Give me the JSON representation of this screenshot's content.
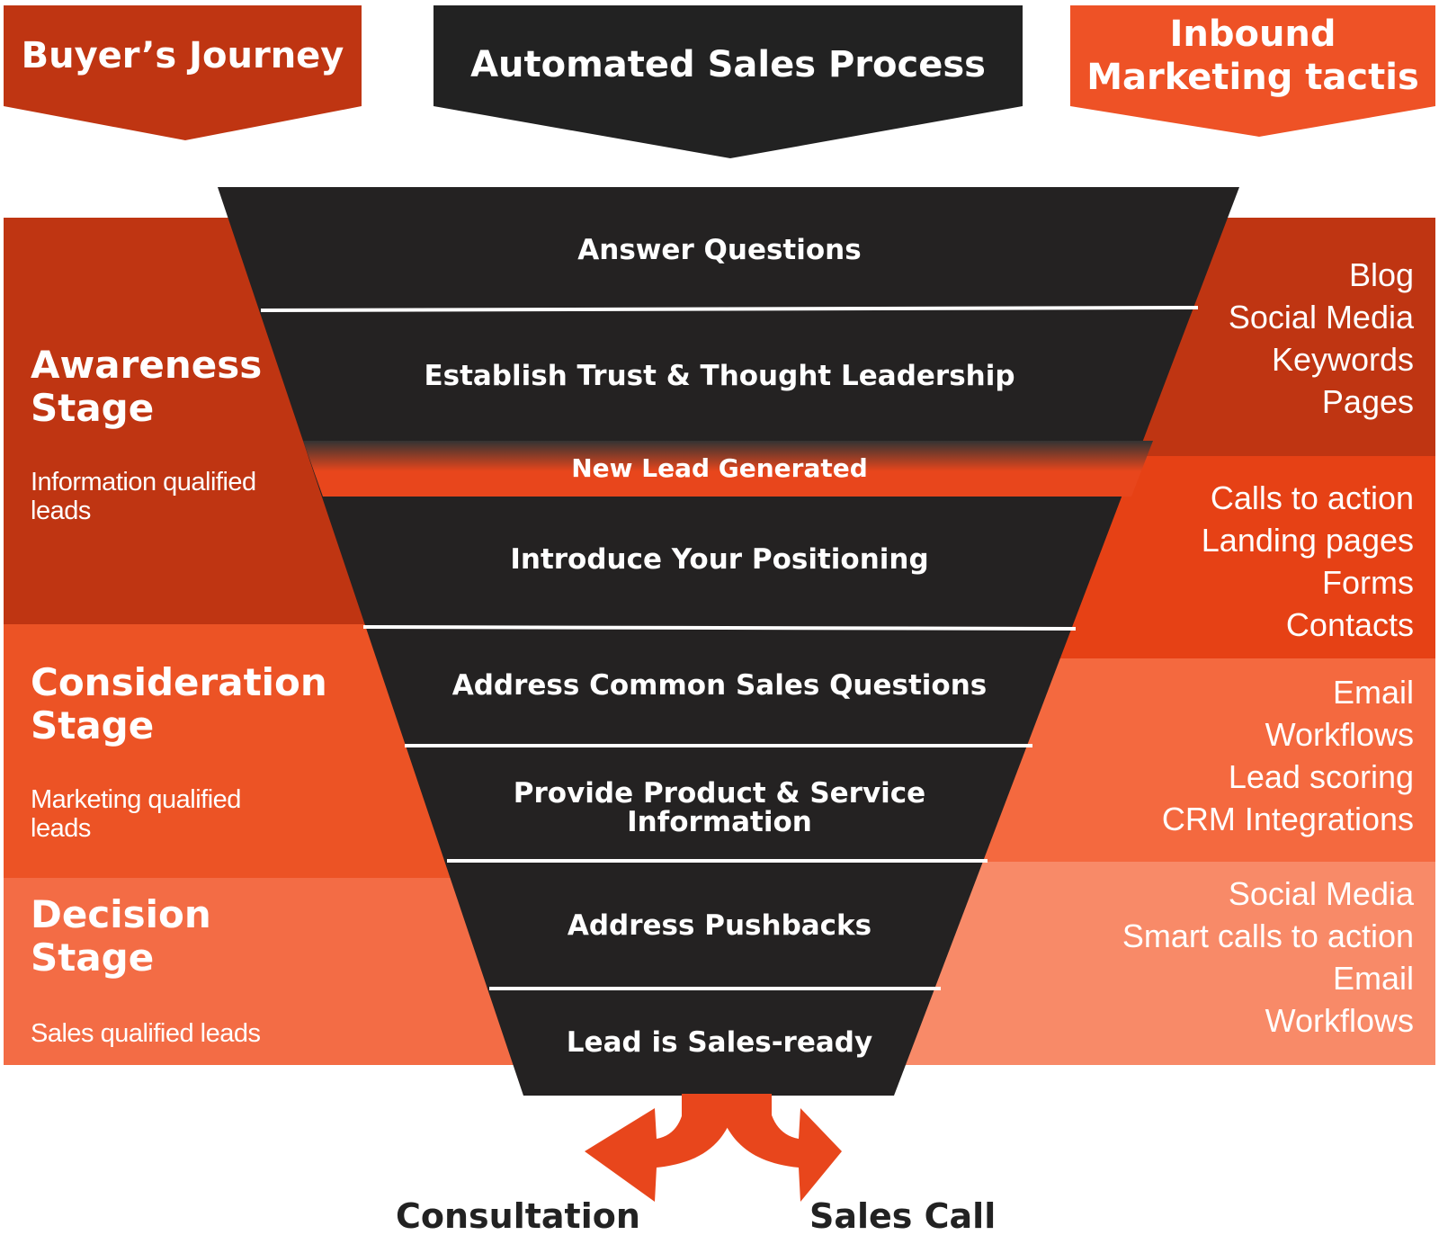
{
  "headers": {
    "buyers_journey": "Buyer’s Journey",
    "automated_sales_process": "Automated Sales Process",
    "inbound_line1": "Inbound",
    "inbound_line2": "Marketing tactis"
  },
  "stages": [
    {
      "title_line1": "Awareness",
      "title_line2": "Stage",
      "sub_line1": "Information qualified",
      "sub_line2": "leads",
      "color": "#bf3512"
    },
    {
      "title_line1": "Consideration",
      "title_line2": "Stage",
      "sub_line1": "Marketing qualified",
      "sub_line2": "leads",
      "color": "#ec5325"
    },
    {
      "title_line1": "Decision",
      "title_line2": "Stage",
      "sub_line1": "Sales qualified leads",
      "sub_line2": "",
      "color": "#f36c45"
    }
  ],
  "tactics": [
    {
      "items": [
        "Blog",
        "Social Media",
        "Keywords",
        "Pages"
      ],
      "color": "#bf3512"
    },
    {
      "items": [
        "Calls to action",
        "Landing pages",
        "Forms",
        "Contacts"
      ],
      "color": "#e64115"
    },
    {
      "items": [
        "Email",
        "Workflows",
        "Lead scoring",
        "CRM Integrations"
      ],
      "color": "#f4693f"
    },
    {
      "items": [
        "Social Media",
        "Smart calls to action",
        "Email",
        "Workflows"
      ],
      "color": "#f88a68"
    }
  ],
  "funnel_steps": [
    "Answer Questions",
    "Establish Trust & Thought Leadership",
    "Introduce Your Positioning",
    "Address Common Sales Questions",
    "Provide Product & Service",
    "Address Pushbacks",
    "Lead is Sales-ready"
  ],
  "funnel_step_5_line2": "Information",
  "new_lead": "New Lead Generated",
  "outcomes": {
    "left": "Consultation",
    "right": "Sales Call"
  },
  "colors": {
    "funnel": "#242222",
    "header_dark": "#222222",
    "header_red": "#bf3512",
    "header_orange": "#ee5226",
    "accent": "#e8461c"
  }
}
